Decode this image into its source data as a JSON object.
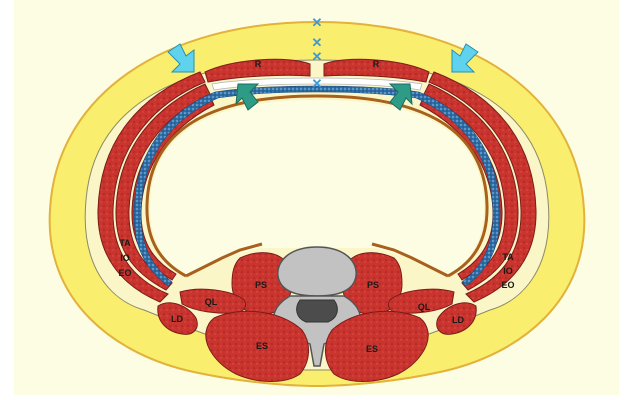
{
  "colors": {
    "panel_background": "#fdfde4",
    "subcutaneous_fat": "#f9ee6e",
    "fat_outline": "#e2b23a",
    "muscle": "#c9342e",
    "muscle_dark": "#9e2523",
    "fascia_blue": "#2f6fa8",
    "peritoneum_brown": "#a8611d",
    "bone_gray": "#c2c2c2",
    "canal_dark": "#4c4c4c",
    "arrow_cyan": "#5fd3ee",
    "arrow_teal": "#2d9b86",
    "cross_marker": "#3d9ad6",
    "cavity": "#fdfde4"
  },
  "labels": {
    "rectus_left": "R",
    "rectus_right": "R",
    "ta_left": "TA",
    "io_left": "IO",
    "eo_left": "EO",
    "ta_right": "TA",
    "io_right": "IO",
    "eo_right": "EO",
    "ps_left": "PS",
    "ps_right": "PS",
    "ql_left": "QL",
    "ql_right": "QL",
    "ld_left": "LD",
    "ld_right": "LD",
    "es_left": "ES",
    "es_right": "ES"
  },
  "markers": {
    "cross_glyph": "✕",
    "cross_icon": "cross-marker-icon",
    "outer_arrow_icon": "cyan-arrow-icon",
    "inner_arrow_icon": "teal-arrow-icon"
  }
}
